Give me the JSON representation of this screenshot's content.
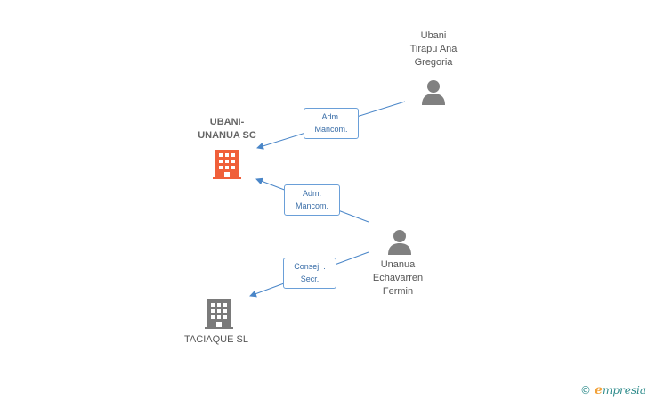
{
  "colors": {
    "edge": "#4a86c8",
    "person": "#808080",
    "company_main": "#f0603a",
    "company": "#7a7a7a"
  },
  "nodes": {
    "ubani_unanua": {
      "label": "UBANI-\nUNANUA SC",
      "icon": "building-icon"
    },
    "taciaque": {
      "label": "TACIAQUE SL",
      "icon": "building-icon"
    },
    "ubani_tirapu": {
      "label": "Ubani\nTirapu Ana\nGregoria",
      "icon": "person-icon"
    },
    "unanua_echavarren": {
      "label": "Unanua\nEchavarren\nFermin",
      "icon": "person-icon"
    }
  },
  "edges": [
    {
      "from": "ubani_tirapu",
      "to": "ubani_unanua",
      "label": "Adm.\nMancom."
    },
    {
      "from": "unanua_echavarren",
      "to": "ubani_unanua",
      "label": "Adm.\nMancom."
    },
    {
      "from": "unanua_echavarren",
      "to": "taciaque",
      "label": "Consej. .\nSecr."
    }
  ],
  "footer": {
    "copyright": "©",
    "brand_first": "e",
    "brand_rest": "mpresia"
  }
}
